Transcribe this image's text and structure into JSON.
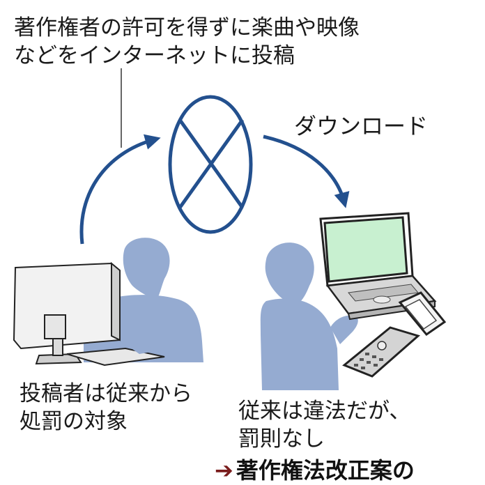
{
  "top_caption": {
    "line1": "著作権者の許可を得ずに楽曲や映像",
    "line2": "などをインターネットに投稿"
  },
  "download_label": "ダウンロード",
  "uploader_caption": {
    "line1": "投稿者は従来から",
    "line2": "処罰の対象"
  },
  "downloader_caption": {
    "line1": "従来は違法だが、",
    "line2": "罰則なし"
  },
  "bottom_note": {
    "arrow": "➔",
    "text": "著作権法改正案の"
  },
  "colors": {
    "arrow_blue": "#23508e",
    "silhouette": "#95abd1",
    "screen_green": "#c8f0d0",
    "device_gray": "#d8d8d8",
    "outline": "#222222"
  }
}
